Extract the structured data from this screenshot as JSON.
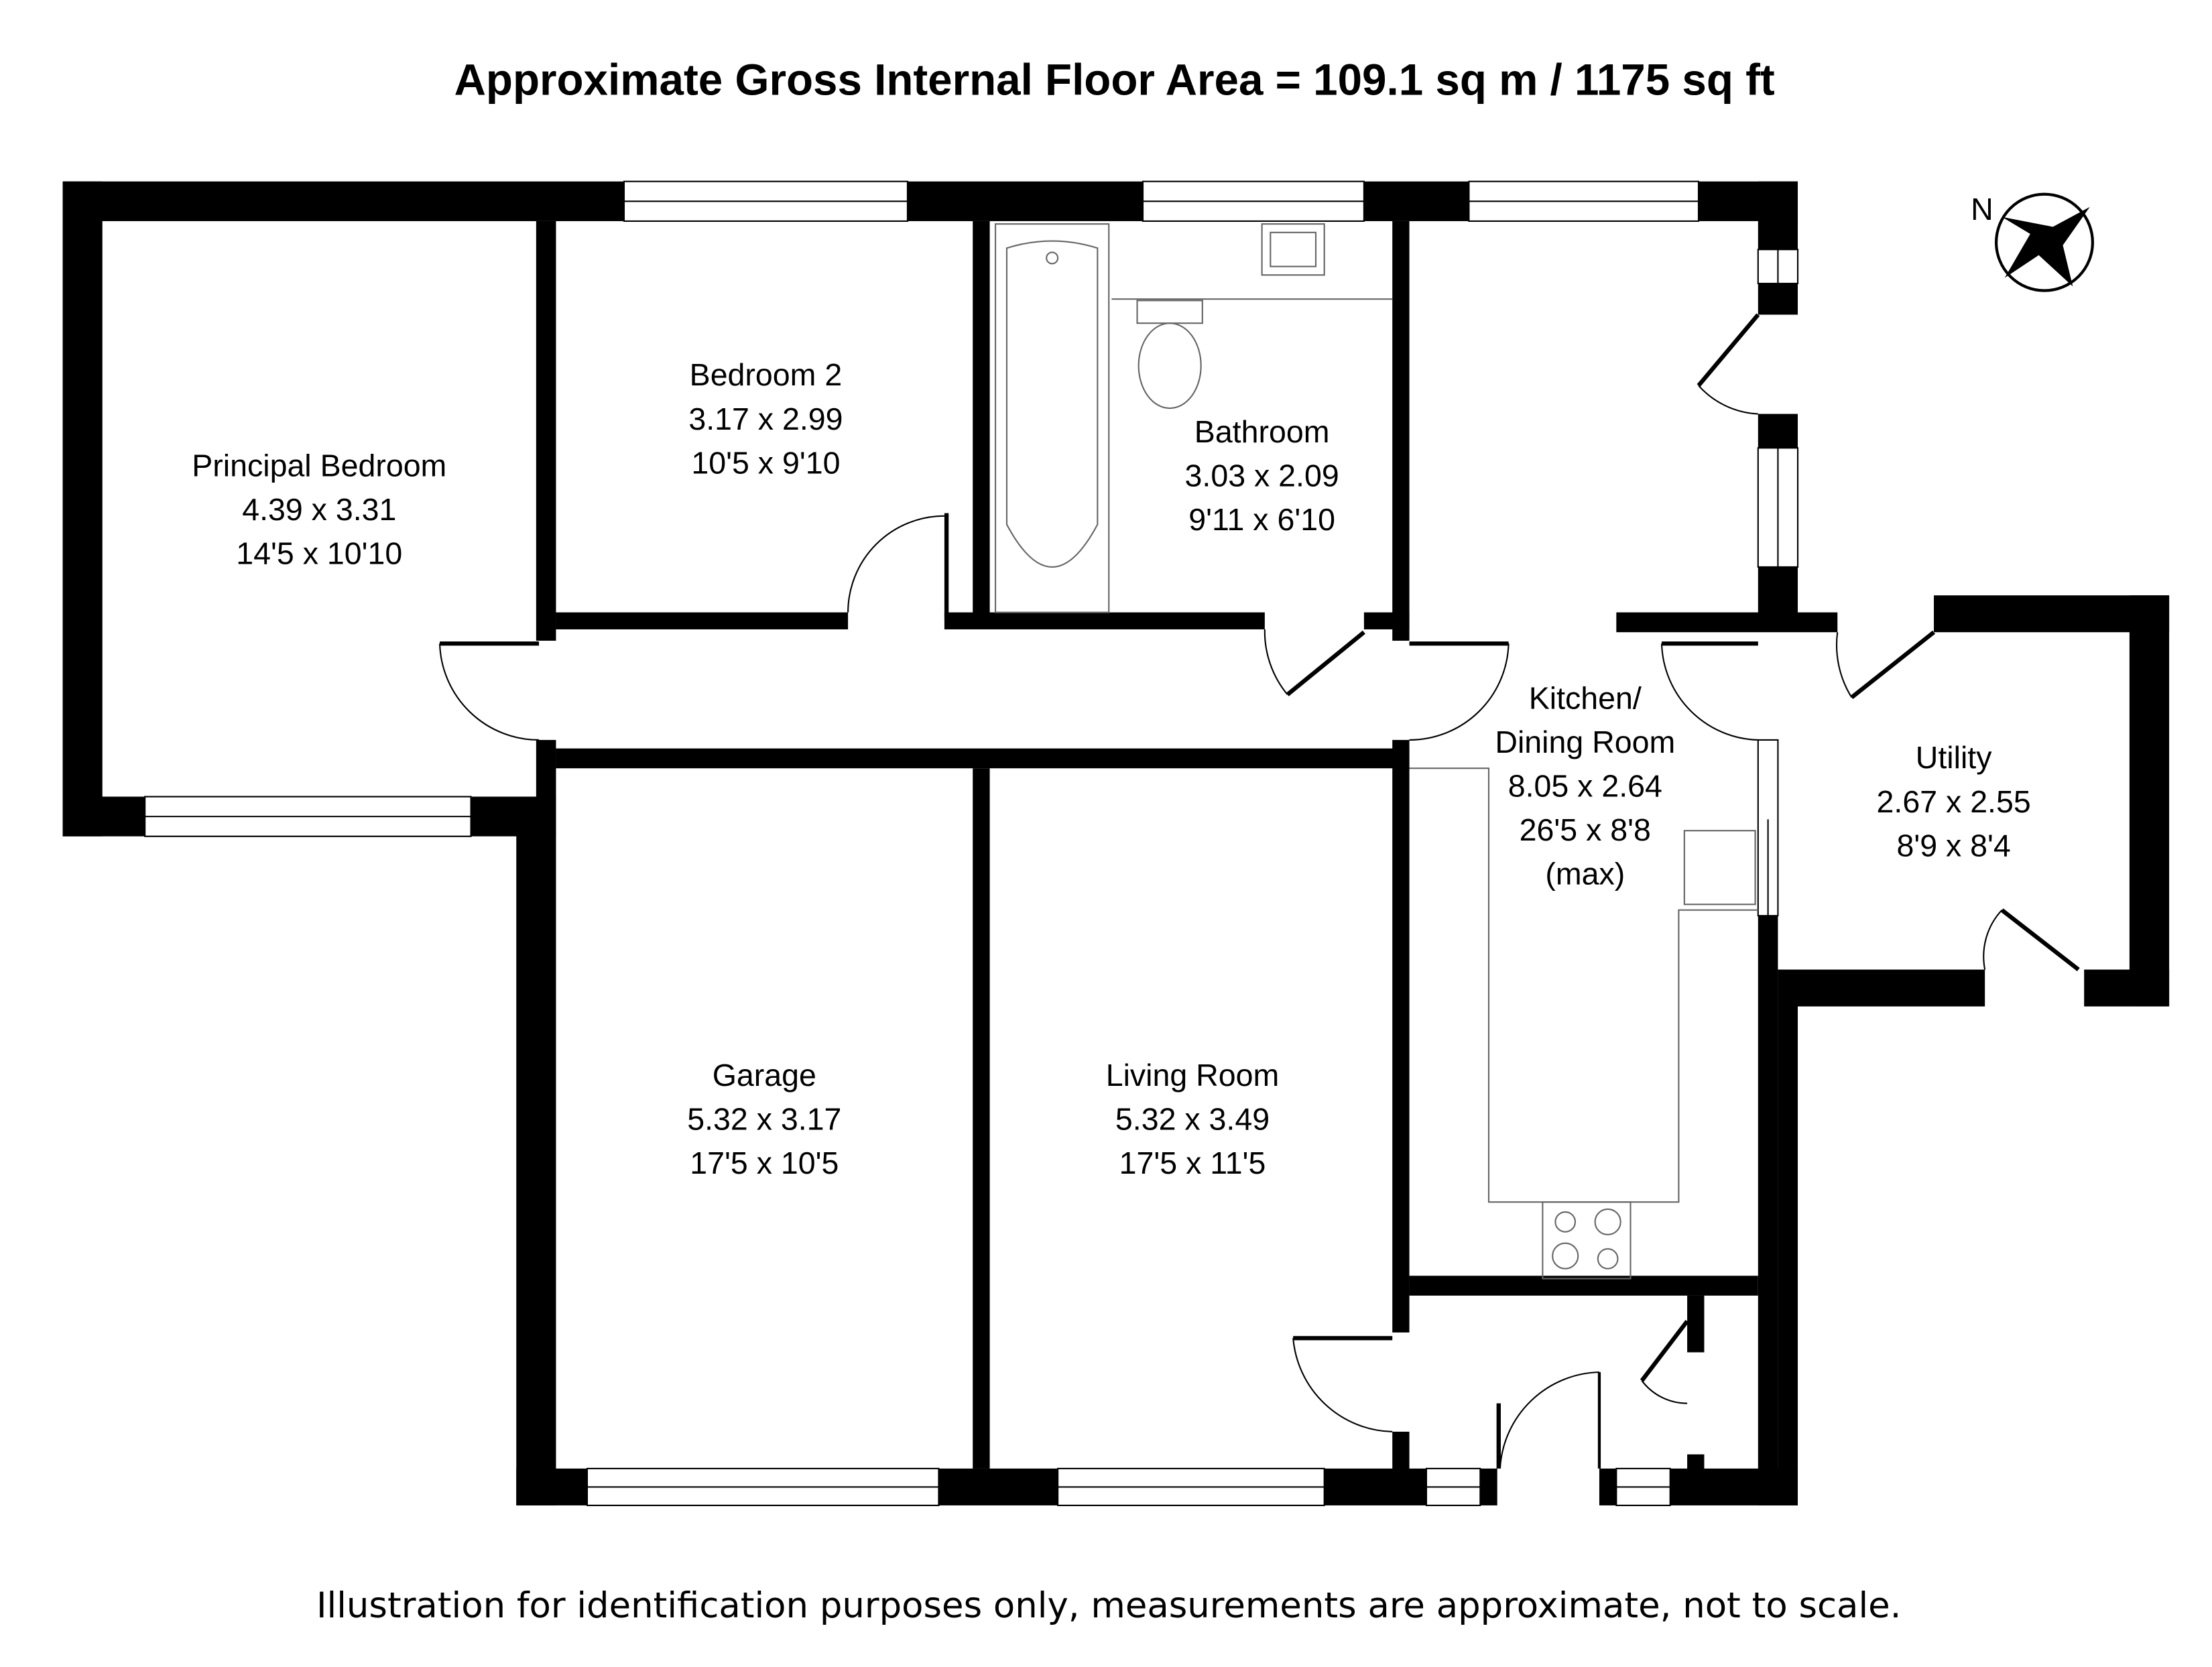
{
  "header": {
    "title": "Approximate Gross Internal Floor Area  = 109.1 sq m  / 1175 sq ft"
  },
  "compass": {
    "label": "N"
  },
  "rooms": [
    {
      "name": "Principal Bedroom",
      "metric": "4.39 x 3.31",
      "imperial": "14'5 x 10'10"
    },
    {
      "name": "Bedroom 2",
      "metric": "3.17 x 2.99",
      "imperial": "10'5 x 9'10"
    },
    {
      "name": "Bathroom",
      "metric": "3.03 x 2.09",
      "imperial": "9'11 x 6'10"
    },
    {
      "name": "Kitchen/",
      "name2": "Dining Room",
      "metric": "8.05 x 2.64",
      "imperial": "26'5 x 8'8",
      "note": "(max)"
    },
    {
      "name": "Utility",
      "metric": "2.67 x 2.55",
      "imperial": "8'9 x 8'4"
    },
    {
      "name": "Garage",
      "metric": "5.32 x 3.17",
      "imperial": "17'5 x 10'5"
    },
    {
      "name": "Living Room",
      "metric": "5.32 x 3.49",
      "imperial": "17'5 x 11'5"
    }
  ],
  "footer": {
    "disclaimer": "Illustration for identification purposes only, measurements are approximate, not to scale."
  }
}
